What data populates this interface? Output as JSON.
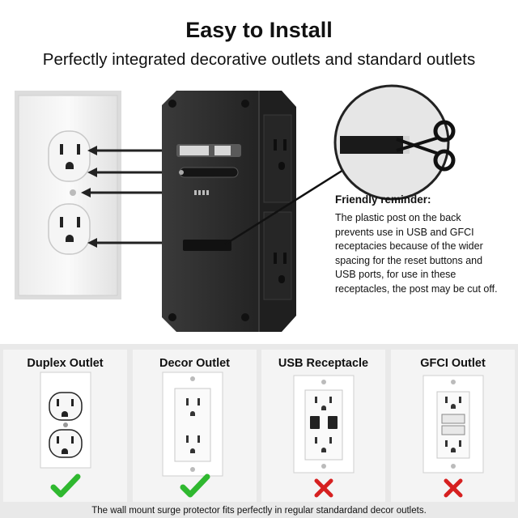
{
  "header": {
    "title": "Easy to Install",
    "subtitle": "Perfectly integrated decorative outlets and standard outlets"
  },
  "reminder": {
    "title": "Friendly reminder:",
    "body": "The plastic post on the back prevents use in USB and GFCI receptacies because of the wider spacing for the reset buttons and USB ports, for use in these receptacles, the post may be cut off."
  },
  "outlets": [
    {
      "label": "Duplex Outlet",
      "status_icon": "check-icon",
      "compatible": true
    },
    {
      "label": "Decor Outlet",
      "status_icon": "check-icon",
      "compatible": true
    },
    {
      "label": "USB Receptacle",
      "status_icon": "x-icon",
      "compatible": false
    },
    {
      "label": "GFCI Outlet",
      "status_icon": "x-icon",
      "compatible": false
    }
  ],
  "colors": {
    "check": "#2fb82f",
    "cross": "#d62020",
    "device": "#2b2b2b"
  },
  "footer": "The wall mount surge protector fits perfectly in regular standardand decor outlets."
}
